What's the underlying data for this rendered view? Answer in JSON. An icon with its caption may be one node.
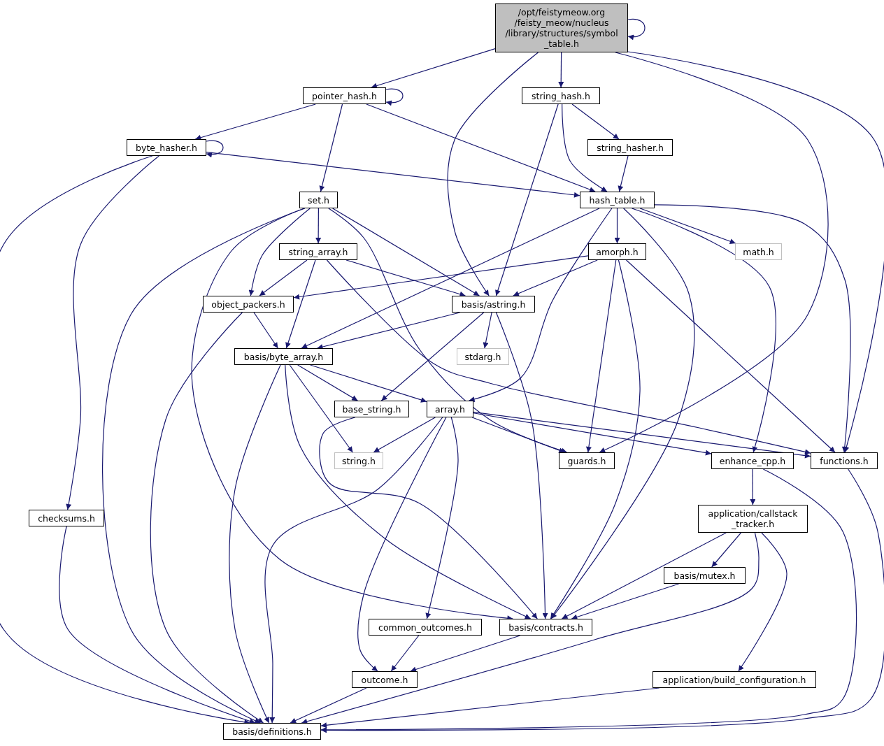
{
  "diagram": {
    "nodes": [
      {
        "text": [
          "/opt/feistymeow.org /feisty_meow/nucleus /library/structures/symbol _table.h"
        ]
      },
      {
        "text": [
          "pointer_hash.h"
        ]
      },
      {
        "text": [
          "string_hash.h"
        ]
      },
      {
        "text": [
          "byte_hasher.h"
        ]
      },
      {
        "text": [
          "string_hasher.h"
        ]
      },
      {
        "text": [
          "set.h"
        ]
      },
      {
        "text": [
          "hash_table.h"
        ]
      },
      {
        "text": [
          "string_array.h"
        ]
      },
      {
        "text": [
          "amorph.h"
        ]
      },
      {
        "text": [
          "math.h"
        ]
      },
      {
        "text": [
          "object_packers.h"
        ]
      },
      {
        "text": [
          "basis/astring.h"
        ]
      },
      {
        "text": [
          "basis/byte_array.h"
        ]
      },
      {
        "text": [
          "stdarg.h"
        ]
      },
      {
        "text": [
          "base_string.h"
        ]
      },
      {
        "text": [
          "array.h"
        ]
      },
      {
        "text": [
          "string.h"
        ]
      },
      {
        "text": [
          "guards.h"
        ]
      },
      {
        "text": [
          "enhance_cpp.h"
        ]
      },
      {
        "text": [
          "functions.h"
        ]
      },
      {
        "text": [
          "checksums.h"
        ]
      },
      {
        "text": [
          "application/callstack _tracker.h"
        ]
      },
      {
        "text": [
          "basis/mutex.h"
        ]
      },
      {
        "text": [
          "common_outcomes.h"
        ]
      },
      {
        "text": [
          "basis/contracts.h"
        ]
      },
      {
        "text": [
          "outcome.h"
        ]
      },
      {
        "text": [
          "application/build_configuration.h"
        ]
      },
      {
        "text": [
          "basis/definitions.h"
        ]
      }
    ],
    "edges": [
      {
        "from": 0,
        "to": 0,
        "arrow": "to"
      },
      {
        "from": 0,
        "to": 1,
        "arrow": "to"
      },
      {
        "from": 0,
        "to": 11,
        "arrow": "to"
      },
      {
        "from": 0,
        "to": 2,
        "arrow": "to"
      },
      {
        "from": 0,
        "to": 17,
        "arrow": "to"
      },
      {
        "from": 0,
        "to": 19,
        "arrow": "to"
      },
      {
        "from": 1,
        "to": 1,
        "arrow": "to"
      },
      {
        "from": 1,
        "to": 3,
        "arrow": "to"
      },
      {
        "from": 1,
        "to": 5,
        "arrow": "to"
      },
      {
        "from": 1,
        "to": 6,
        "arrow": "to"
      },
      {
        "from": 2,
        "to": 4,
        "arrow": "to"
      },
      {
        "from": 2,
        "to": 6,
        "arrow": "to"
      },
      {
        "from": 2,
        "to": 11,
        "arrow": "to"
      },
      {
        "from": 3,
        "to": 3,
        "arrow": "to"
      },
      {
        "from": 3,
        "to": 6,
        "arrow": "to"
      },
      {
        "from": 3,
        "to": 20,
        "arrow": "to"
      },
      {
        "from": 3,
        "to": 27,
        "arrow": "to"
      },
      {
        "from": 4,
        "to": 6,
        "arrow": "to"
      },
      {
        "from": 5,
        "to": 7,
        "arrow": "to"
      },
      {
        "from": 5,
        "to": 10,
        "arrow": "to"
      },
      {
        "from": 5,
        "to": 11,
        "arrow": "to"
      },
      {
        "from": 5,
        "to": 17,
        "arrow": "to"
      },
      {
        "from": 5,
        "to": 24,
        "arrow": "to"
      },
      {
        "from": 5,
        "to": 27,
        "arrow": "to"
      },
      {
        "from": 6,
        "to": 12,
        "arrow": "to"
      },
      {
        "from": 6,
        "to": 8,
        "arrow": "to"
      },
      {
        "from": 6,
        "to": 9,
        "arrow": "to"
      },
      {
        "from": 6,
        "to": 15,
        "arrow": "to"
      },
      {
        "from": 6,
        "to": 24,
        "arrow": "to"
      },
      {
        "from": 6,
        "to": 18,
        "arrow": "to"
      },
      {
        "from": 6,
        "to": 19,
        "arrow": "to"
      },
      {
        "from": 7,
        "to": 10,
        "arrow": "to"
      },
      {
        "from": 7,
        "to": 11,
        "arrow": "to"
      },
      {
        "from": 7,
        "to": 12,
        "arrow": "to"
      },
      {
        "from": 7,
        "to": 19,
        "arrow": "to"
      },
      {
        "from": 8,
        "to": 10,
        "arrow": "to"
      },
      {
        "from": 8,
        "to": 11,
        "arrow": "to"
      },
      {
        "from": 8,
        "to": 17,
        "arrow": "to"
      },
      {
        "from": 8,
        "to": 24,
        "arrow": "to"
      },
      {
        "from": 8,
        "to": 19,
        "arrow": "to"
      },
      {
        "from": 10,
        "to": 12,
        "arrow": "to"
      },
      {
        "from": 10,
        "to": 27,
        "arrow": "to"
      },
      {
        "from": 11,
        "to": 12,
        "arrow": "to"
      },
      {
        "from": 11,
        "to": 13,
        "arrow": "to"
      },
      {
        "from": 11,
        "to": 14,
        "arrow": "to"
      },
      {
        "from": 11,
        "to": 24,
        "arrow": "to"
      },
      {
        "from": 12,
        "to": 14,
        "arrow": "to"
      },
      {
        "from": 12,
        "to": 15,
        "arrow": "to"
      },
      {
        "from": 12,
        "to": 16,
        "arrow": "to"
      },
      {
        "from": 12,
        "to": 24,
        "arrow": "to"
      },
      {
        "from": 12,
        "to": 27,
        "arrow": "to"
      },
      {
        "from": 14,
        "to": 24,
        "arrow": "to"
      },
      {
        "from": 15,
        "to": 16,
        "arrow": "to"
      },
      {
        "from": 15,
        "to": 17,
        "arrow": "to"
      },
      {
        "from": 15,
        "to": 18,
        "arrow": "to"
      },
      {
        "from": 15,
        "to": 19,
        "arrow": "to"
      },
      {
        "from": 15,
        "to": 23,
        "arrow": "to"
      },
      {
        "from": 15,
        "to": 25,
        "arrow": "to"
      },
      {
        "from": 15,
        "to": 27,
        "arrow": "to"
      },
      {
        "from": 18,
        "to": 21,
        "arrow": "to"
      },
      {
        "from": 18,
        "to": 27,
        "arrow": "to"
      },
      {
        "from": 19,
        "to": 27,
        "arrow": "to"
      },
      {
        "from": 20,
        "to": 27,
        "arrow": "to"
      },
      {
        "from": 21,
        "to": 22,
        "arrow": "to"
      },
      {
        "from": 21,
        "to": 24,
        "arrow": "to"
      },
      {
        "from": 21,
        "to": 27,
        "arrow": "to"
      },
      {
        "from": 21,
        "to": 26,
        "arrow": "to"
      },
      {
        "from": 22,
        "to": 24,
        "arrow": "to"
      },
      {
        "from": 23,
        "to": 25,
        "arrow": "to"
      },
      {
        "from": 24,
        "to": 25,
        "arrow": "to"
      },
      {
        "from": 25,
        "to": 27,
        "arrow": "to"
      },
      {
        "from": 26,
        "to": 27,
        "arrow": "to"
      }
    ]
  }
}
